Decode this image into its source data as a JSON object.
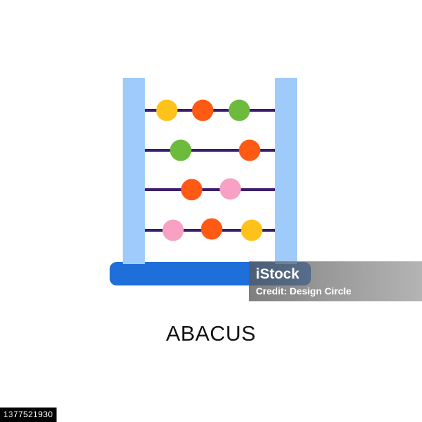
{
  "illustration": {
    "caption": "ABACUS",
    "colors": {
      "frame_post": "#9ECBF9",
      "base": "#1E6FD9",
      "rod": "#3C1C6E",
      "bead_yellow": "#FFC21A",
      "bead_orange": "#FF5A14",
      "bead_green": "#6DBB3C",
      "bead_pink": "#F7A1C4"
    },
    "rows": [
      {
        "beads": [
          "bead_yellow",
          "bead_orange",
          "bead_green"
        ]
      },
      {
        "beads": [
          "bead_green",
          "bead_orange"
        ]
      },
      {
        "beads": [
          "bead_orange",
          "bead_pink"
        ]
      },
      {
        "beads": [
          "bead_pink",
          "bead_orange",
          "bead_yellow"
        ]
      }
    ]
  },
  "watermark": {
    "brand": "iStock",
    "credit": "Credit: Design Circle"
  },
  "stock_id": "1377521930"
}
